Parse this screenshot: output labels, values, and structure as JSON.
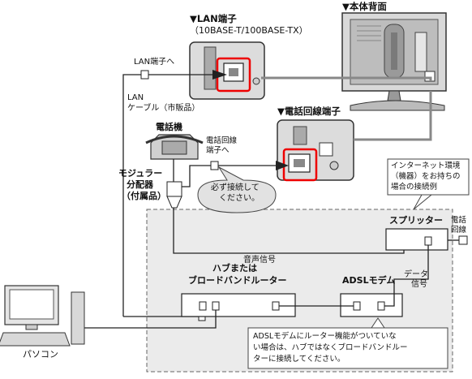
{
  "labels": {
    "back_panel": "▼本体背面",
    "lan_port_title": "▼LAN端子",
    "lan_port_sub": "（10BASE-T/100BASE-TX）",
    "lan_to": "LAN端子へ",
    "lan_cable_1": "LAN",
    "lan_cable_2": "ケーブル（市販品）",
    "phone_port_title": "▼電話回線端子",
    "telephone": "電話機",
    "phone_line_to_1": "電話回線",
    "phone_line_to_2": "端子へ",
    "modular_1": "モジュラー",
    "modular_2": "分配器",
    "modular_3": "（付属品）",
    "must_connect_1": "必ず接続して",
    "must_connect_2": "ください。",
    "internet_note_1": "インターネット環境",
    "internet_note_2": "（機器）をお持ちの",
    "internet_note_3": "場合の接続例",
    "splitter": "スプリッター",
    "phone_line_1": "電話",
    "phone_line_2": "回線",
    "voice_signal": "音声信号",
    "data_signal_1": "データ",
    "data_signal_2": "信号",
    "hub_1": "ハブまたは",
    "hub_2": "ブロードバンドルーター",
    "adsl_modem": "ADSLモデム",
    "pc": "パソコン",
    "router_note_1": "ADSLモデムにルーター機能がついていな",
    "router_note_2": "い場合は、ハブではなくブロードバンドルー",
    "router_note_3": "ターに接続してください。"
  }
}
